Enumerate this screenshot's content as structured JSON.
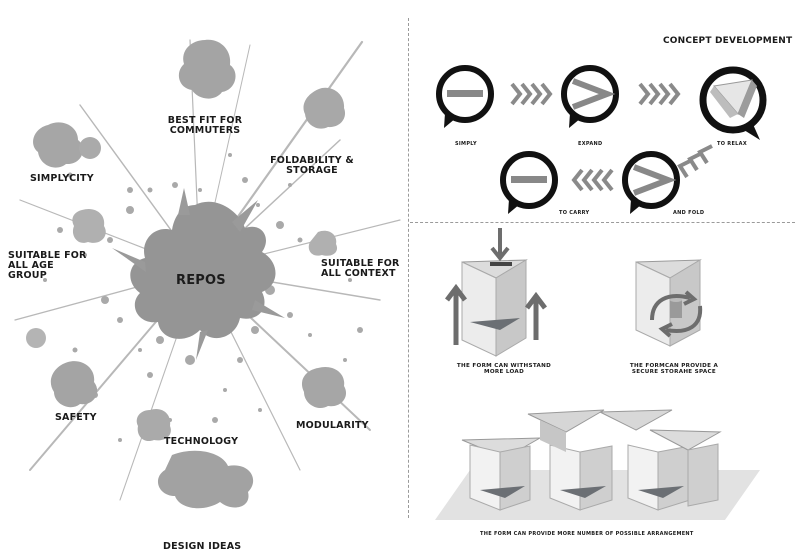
{
  "left_panel": {
    "center_label": "REPOS",
    "ideas": {
      "best_fit": "BEST FIT FOR COMMUTERS",
      "foldability": "FOLDABILITY & STORAGE",
      "simplicity": "SIMPLYCITY",
      "age_group": "SUITABLE FOR ALL AGE GROUP",
      "context": "SUITABLE FOR ALL CONTEXT",
      "safety": "SAFETY",
      "technology": "TECHNOLOGY",
      "modularity": "MODULARITY"
    },
    "caption": "DESIGN IDEAS"
  },
  "concept": {
    "title": "CONCEPT DEVELOPMENT",
    "steps": {
      "simply": "SIMPLY",
      "expand": "EXPAND",
      "relax": "TO RELAX",
      "fold": "AND FOLD",
      "carry": "TO CARRY"
    }
  },
  "form": {
    "load_caption": "THE FORM CAN WITHSTAND MORE LOAD",
    "storage_caption": "THE FORMCAN PROVIDE A SECURE STORAHE SPACE",
    "arrangement_caption": "THE FORM CAN PROVIDE MORE NUMBER OF POSSIBLE ARRANGEMENT"
  },
  "colors": {
    "splash": "#a6a6a6",
    "splash_dark": "#8c8c8c",
    "ink": "#1a1a1a",
    "panel_gray": "#d9d9d9",
    "shadow_gray": "#8a8f95",
    "arrow_gray": "#707070"
  }
}
